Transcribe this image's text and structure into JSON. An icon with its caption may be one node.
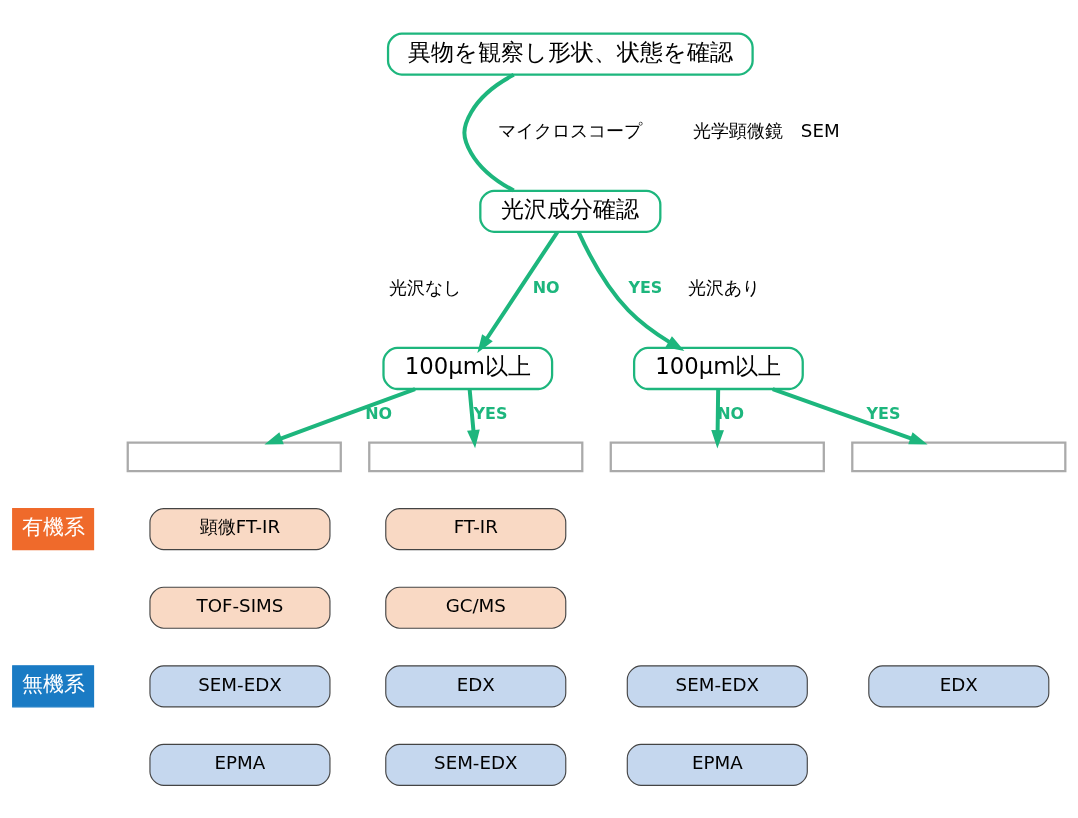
{
  "diagram": {
    "nodes": [
      {
        "text": [
          "異物を観察し形状、状態を確認"
        ]
      },
      {
        "text": [
          "光沢成分確認"
        ]
      },
      {
        "text": [
          "100μm以上"
        ]
      },
      {
        "text": [
          "100μm以上"
        ]
      },
      {
        "text": [],
        "shape": "box"
      },
      {
        "text": [],
        "shape": "box"
      },
      {
        "text": [],
        "shape": "box"
      },
      {
        "text": [],
        "shape": "box"
      },
      {
        "text": [
          "有機系"
        ]
      },
      {
        "text": [
          "無機系"
        ]
      },
      {
        "text": [
          "顕微FT-IR"
        ]
      },
      {
        "text": [
          "FT-IR"
        ]
      },
      {
        "text": [
          "TOF-SIMS"
        ]
      },
      {
        "text": [
          "GC/MS"
        ]
      },
      {
        "text": [
          "SEM-EDX"
        ]
      },
      {
        "text": [
          "EDX"
        ]
      },
      {
        "text": [
          "SEM-EDX"
        ]
      },
      {
        "text": [
          "EDX"
        ]
      },
      {
        "text": [
          "EPMA"
        ]
      },
      {
        "text": [
          "SEM-EDX"
        ]
      },
      {
        "text": [
          "EPMA"
        ]
      }
    ],
    "edges": [
      {
        "from": 0,
        "to": 1,
        "arrow": "none"
      },
      {
        "from": 1,
        "to": 2,
        "arrow": "to",
        "label": "NO"
      },
      {
        "from": 1,
        "to": 3,
        "arrow": "to",
        "label": "YES"
      },
      {
        "from": 2,
        "to": 4,
        "arrow": "to",
        "label": "NO"
      },
      {
        "from": 2,
        "to": 5,
        "arrow": "to",
        "label": "YES"
      },
      {
        "from": 3,
        "to": 6,
        "arrow": "to",
        "label": "NO"
      },
      {
        "from": 3,
        "to": 7,
        "arrow": "to",
        "label": "YES"
      }
    ],
    "labels": [
      "マイクロスコープ",
      "光学顕微鏡　SEM",
      "光沢なし",
      "光沢あり"
    ]
  }
}
